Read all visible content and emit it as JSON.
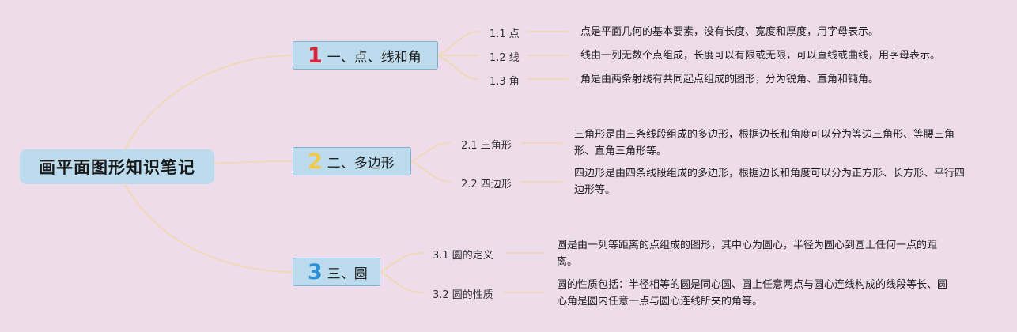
{
  "root": {
    "title": "画平面图形知识笔记"
  },
  "branches": [
    {
      "num": "1",
      "num_color": "#d72638",
      "label": "一、点、线和角",
      "items": [
        {
          "label": "1.1 点",
          "desc": "点是平面几何的基本要素，没有长度、宽度和厚度，用字母表示。"
        },
        {
          "label": "1.2 线",
          "desc": "线由一列无数个点组成，长度可以有限或无限，可以直线或曲线，用字母表示。"
        },
        {
          "label": "1.3 角",
          "desc": "角是由两条射线有共同起点组成的图形，分为锐角、直角和钝角。"
        }
      ]
    },
    {
      "num": "2",
      "num_color": "#f2c94c",
      "label": "二、多边形",
      "items": [
        {
          "label": "2.1 三角形",
          "desc": "三角形是由三条线段组成的多边形，根据边长和角度可以分为等边三角形、等腰三角形、直角三角形等。"
        },
        {
          "label": "2.2 四边形",
          "desc": "四边形是由四条线段组成的多边形，根据边长和角度可以分为正方形、长方形、平行四边形等。"
        }
      ]
    },
    {
      "num": "3",
      "num_color": "#2b8fd6",
      "label": "三、圆",
      "items": [
        {
          "label": "3.1 圆的定义",
          "desc": "圆是由一列等距离的点组成的图形，其中心为圆心，半径为圆心到圆上任何一点的距离。"
        },
        {
          "label": "3.2 圆的性质",
          "desc": "圆的性质包括：半径相等的圆是同心圆、圆上任意两点与圆心连线构成的线段等长、圆心角是圆内任意一点与圆心连线所夹的角等。"
        }
      ]
    }
  ],
  "colors": {
    "background": "#eedcea",
    "node_fill": "#bcdcee",
    "link": "#f0d8b8"
  }
}
